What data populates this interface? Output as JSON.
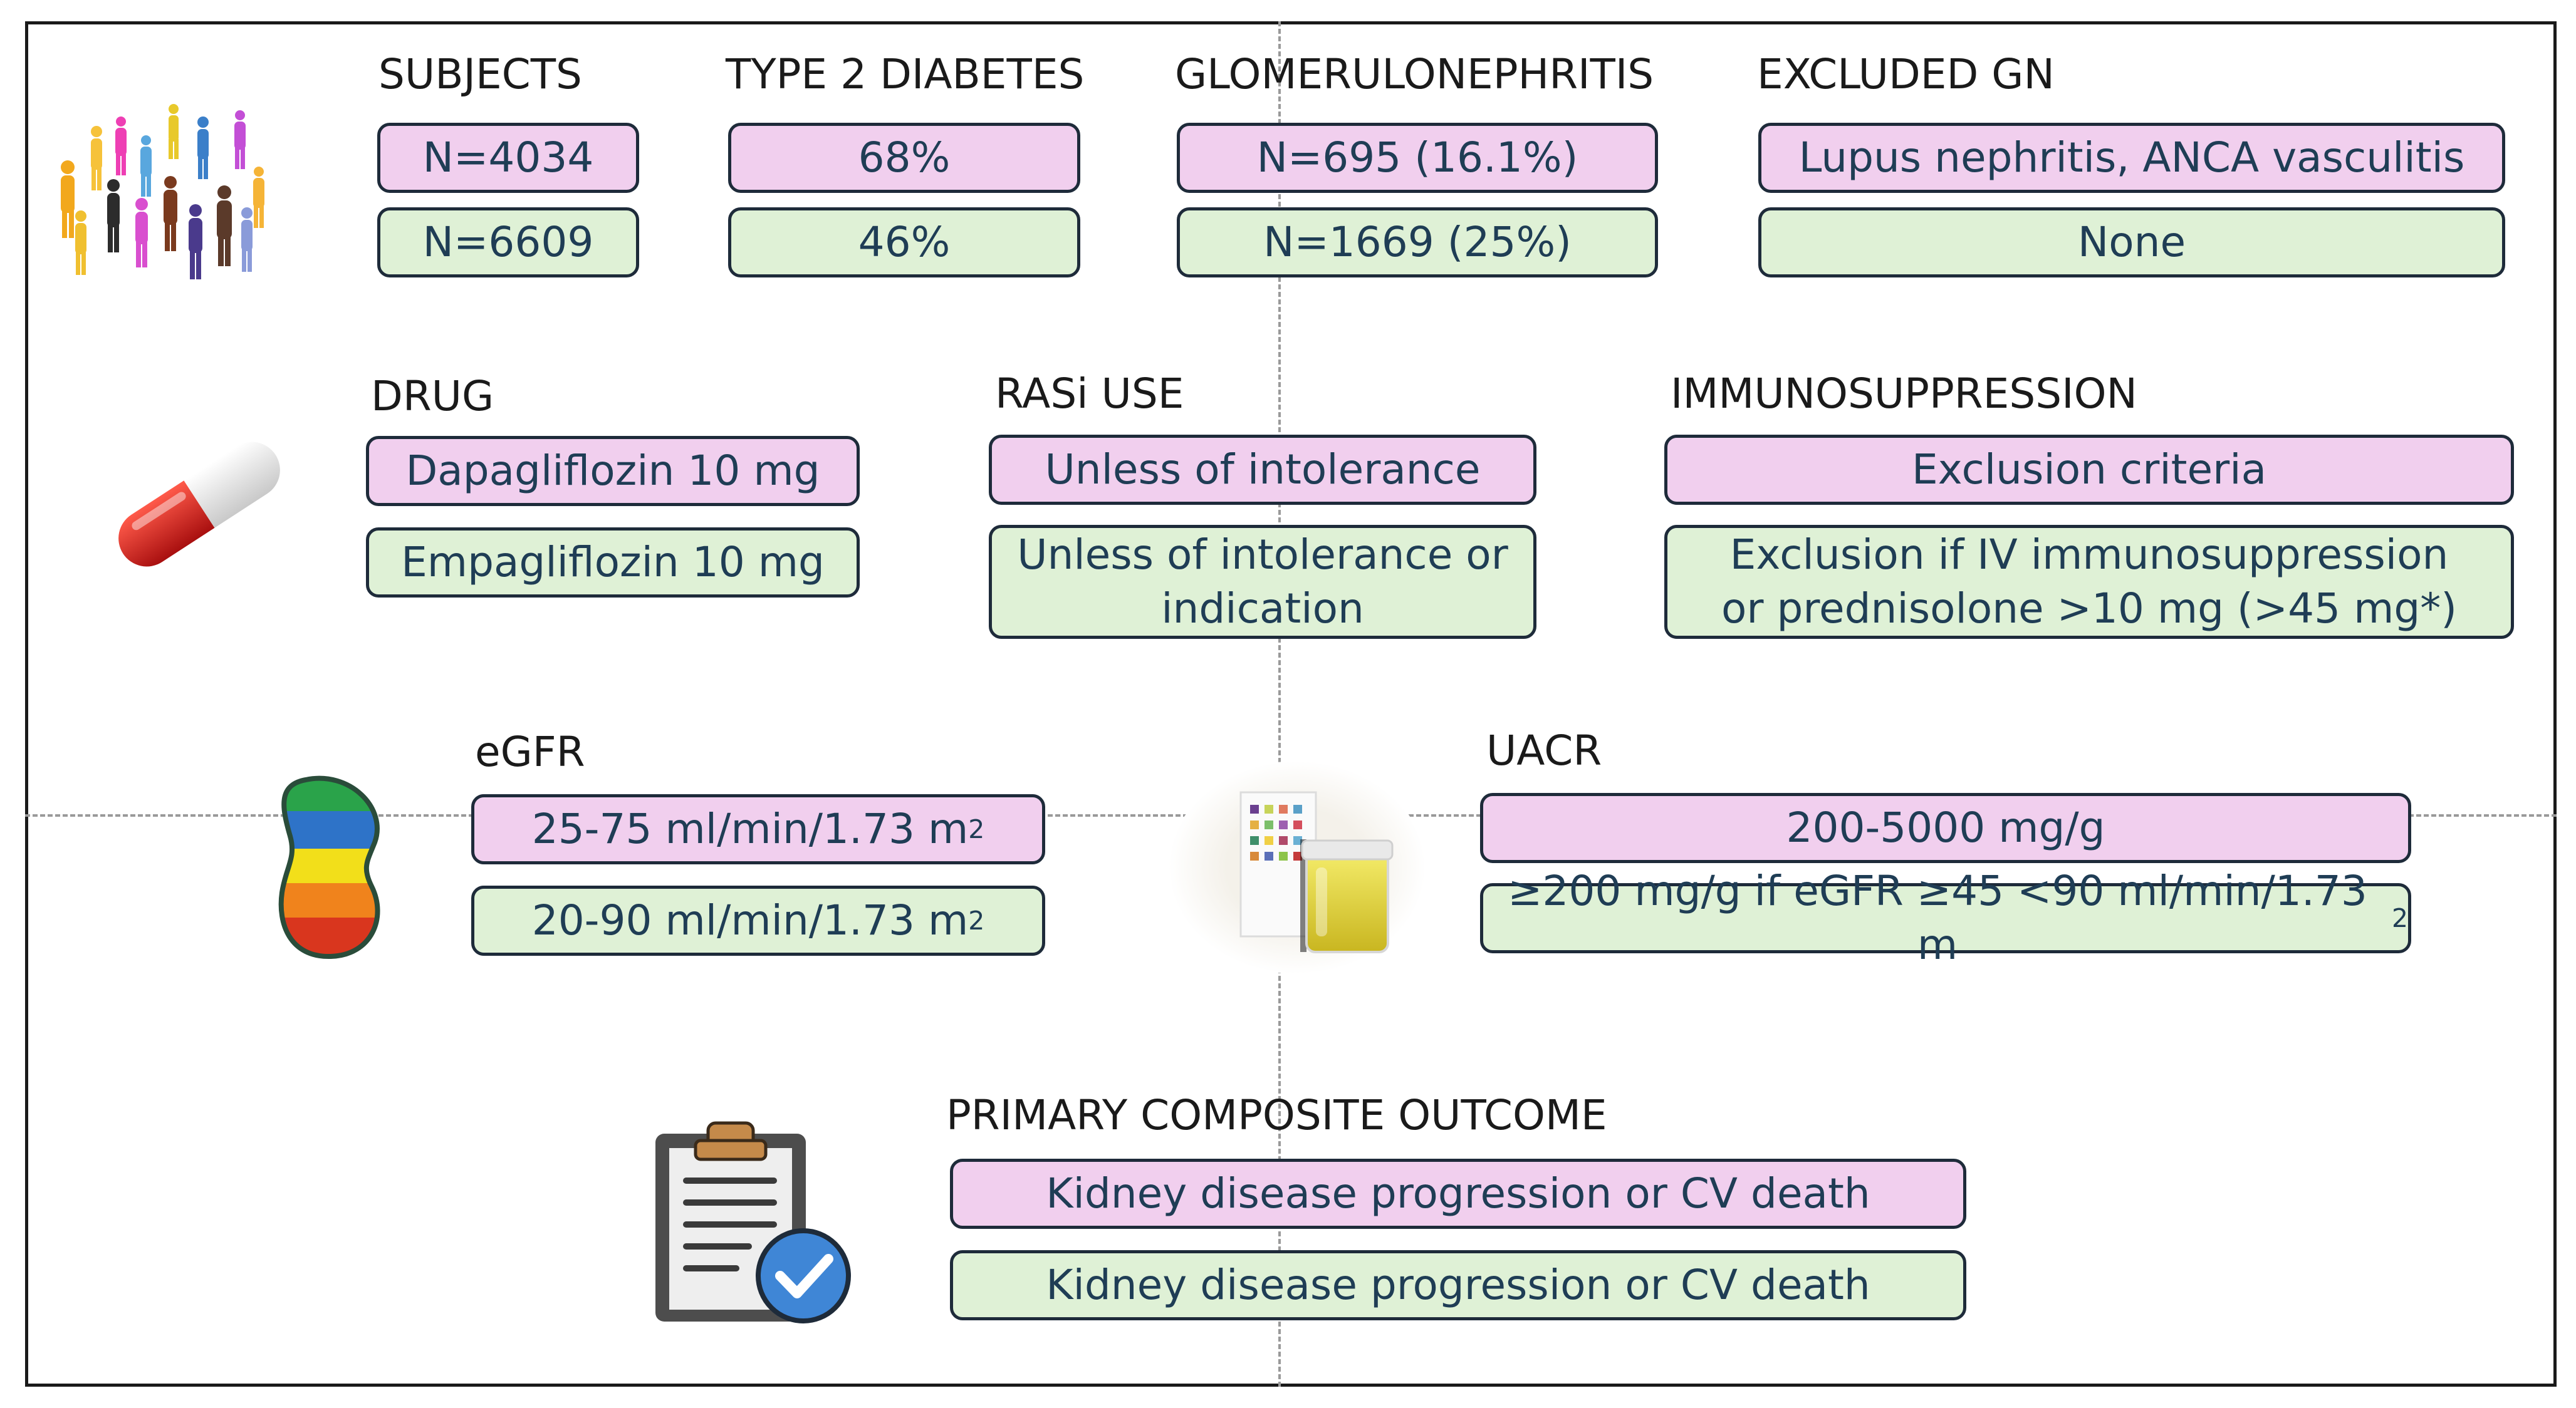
{
  "colors": {
    "trial_a": "#f1cfee",
    "trial_b": "#dff1d6",
    "border": "#1e2b3a",
    "text": "#1f3d55"
  },
  "row1": {
    "subjects": {
      "label": "SUBJECTS",
      "a": "N=4034",
      "b": "N=6609"
    },
    "diabetes": {
      "label": "TYPE 2 DIABETES",
      "a": "68%",
      "b": "46%"
    },
    "gn": {
      "label": "GLOMERULONEPHRITIS",
      "a": "N=695 (16.1%)",
      "b": "N=1669 (25%)"
    },
    "excluded": {
      "label": "EXCLUDED GN",
      "a": "Lupus nephritis, ANCA vasculitis",
      "b": "None"
    }
  },
  "row2": {
    "drug": {
      "label": "DRUG",
      "a": "Dapagliflozin 10 mg",
      "b": "Empagliflozin 10 mg"
    },
    "rasi": {
      "label": "RASi USE",
      "a": "Unless of intolerance",
      "b": "Unless of intolerance or indication"
    },
    "immuno": {
      "label": "IMMUNOSUPPRESSION",
      "a": "Exclusion criteria",
      "b": "Exclusion if IV immunosuppression or prednisolone >10 mg (>45 mg*)"
    }
  },
  "row3": {
    "egfr": {
      "label": "eGFR",
      "a": "25-75 ml/min/1.73 m",
      "a_sup": "2",
      "b": "20-90 ml/min/1.73 m",
      "b_sup": "2"
    },
    "uacr": {
      "label": "UACR",
      "a": "200-5000 mg/g",
      "b": "≥200 mg/g if eGFR ≥45 <90 ml/min/1.73 m",
      "b_sup": "2"
    }
  },
  "row4": {
    "outcome": {
      "label": "PRIMARY COMPOSITE OUTCOME",
      "a": "Kidney disease progression or CV death",
      "b": "Kidney disease progression or CV death"
    }
  },
  "icons": [
    "people-crowd-icon",
    "capsule-pill-icon",
    "kidney-egfr-icon",
    "urine-dipstick-icon",
    "clipboard-check-icon"
  ]
}
